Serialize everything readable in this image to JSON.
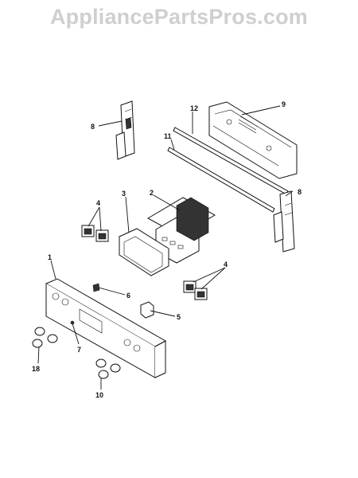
{
  "watermark": "AppliancePartsPros.com",
  "callouts": {
    "c1": "1",
    "c2": "2",
    "c3": "3",
    "c4a": "4",
    "c4b": "4",
    "c5": "5",
    "c6": "6",
    "c7": "7",
    "c8a": "8",
    "c8b": "8",
    "c9": "9",
    "c10": "10",
    "c11": "11",
    "c12": "12",
    "c18": "18"
  }
}
